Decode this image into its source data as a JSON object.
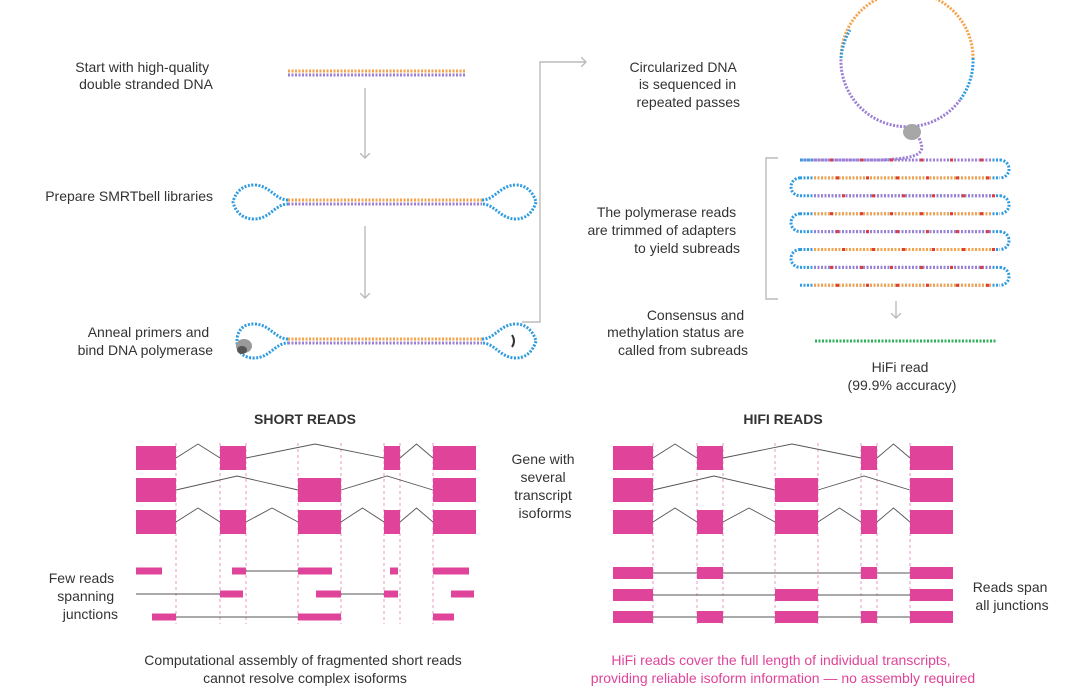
{
  "workflow": {
    "step1": [
      "Start with high-quality",
      "double stranded DNA"
    ],
    "step2": [
      "Prepare SMRTbell libraries"
    ],
    "step3": [
      "Anneal primers and",
      "bind DNA polymerase"
    ],
    "step4": [
      "Circularized DNA",
      "is sequenced in",
      "repeated passes"
    ],
    "step5": [
      "The polymerase reads",
      "are trimmed of adapters",
      "to yield subreads"
    ],
    "step6": [
      "Consensus and",
      "methylation status are",
      "called from subreads"
    ],
    "hifi_read": [
      "HiFi read",
      "(99.9% accuracy)"
    ]
  },
  "comparison": {
    "short_title": "SHORT READS",
    "hifi_title": "HIFI READS",
    "gene_label": [
      "Gene with",
      "several",
      "transcript",
      "isoforms"
    ],
    "short_reads_label": [
      "Few reads",
      "spanning",
      "junctions"
    ],
    "hifi_reads_label": [
      "Reads span",
      "all junctions"
    ],
    "short_caption": [
      "Computational assembly of fragmented short reads",
      "cannot resolve complex isoforms"
    ],
    "hifi_caption": [
      "HiFi reads cover the full length of individual transcripts,",
      "providing reliable isoform information — no assembly required"
    ]
  },
  "colors": {
    "orange": "#f5a24b",
    "purple": "#9b7fd4",
    "blue": "#2f9be0",
    "red": "#e03a3a",
    "green": "#2fb35a",
    "magenta": "#e0449a",
    "arrow": "#bbbbbb",
    "line": "#555555"
  }
}
